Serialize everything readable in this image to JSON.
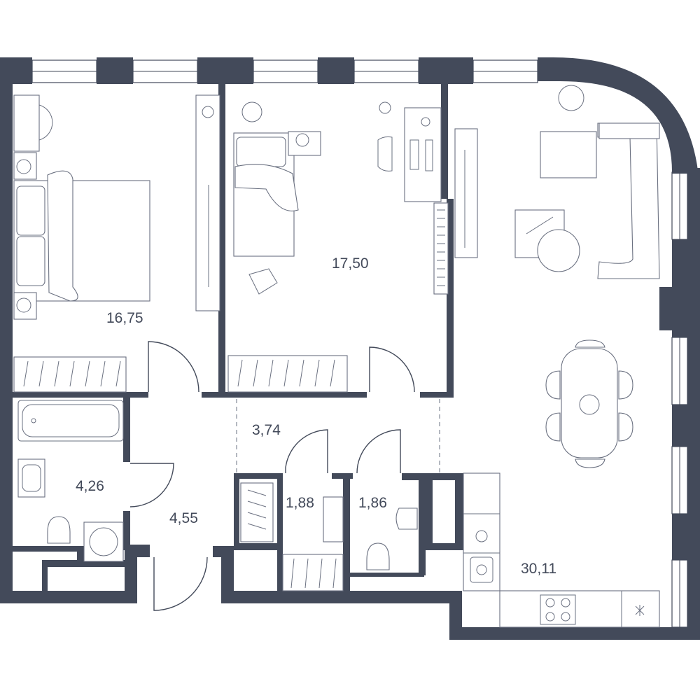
{
  "plan": {
    "rooms": [
      {
        "id": "bedroom-1",
        "area": "16,75"
      },
      {
        "id": "bedroom-2",
        "area": "17,50"
      },
      {
        "id": "hallway",
        "area": "3,74"
      },
      {
        "id": "bathroom",
        "area": "4,26"
      },
      {
        "id": "entrance-hall",
        "area": "4,55"
      },
      {
        "id": "storage",
        "area": "1,88"
      },
      {
        "id": "wc",
        "area": "1,86"
      },
      {
        "id": "living-kitchen",
        "area": "30,11"
      }
    ]
  },
  "colors": {
    "wall": "#434a5a",
    "furniture": "#6a7080",
    "background": "#ffffff"
  }
}
